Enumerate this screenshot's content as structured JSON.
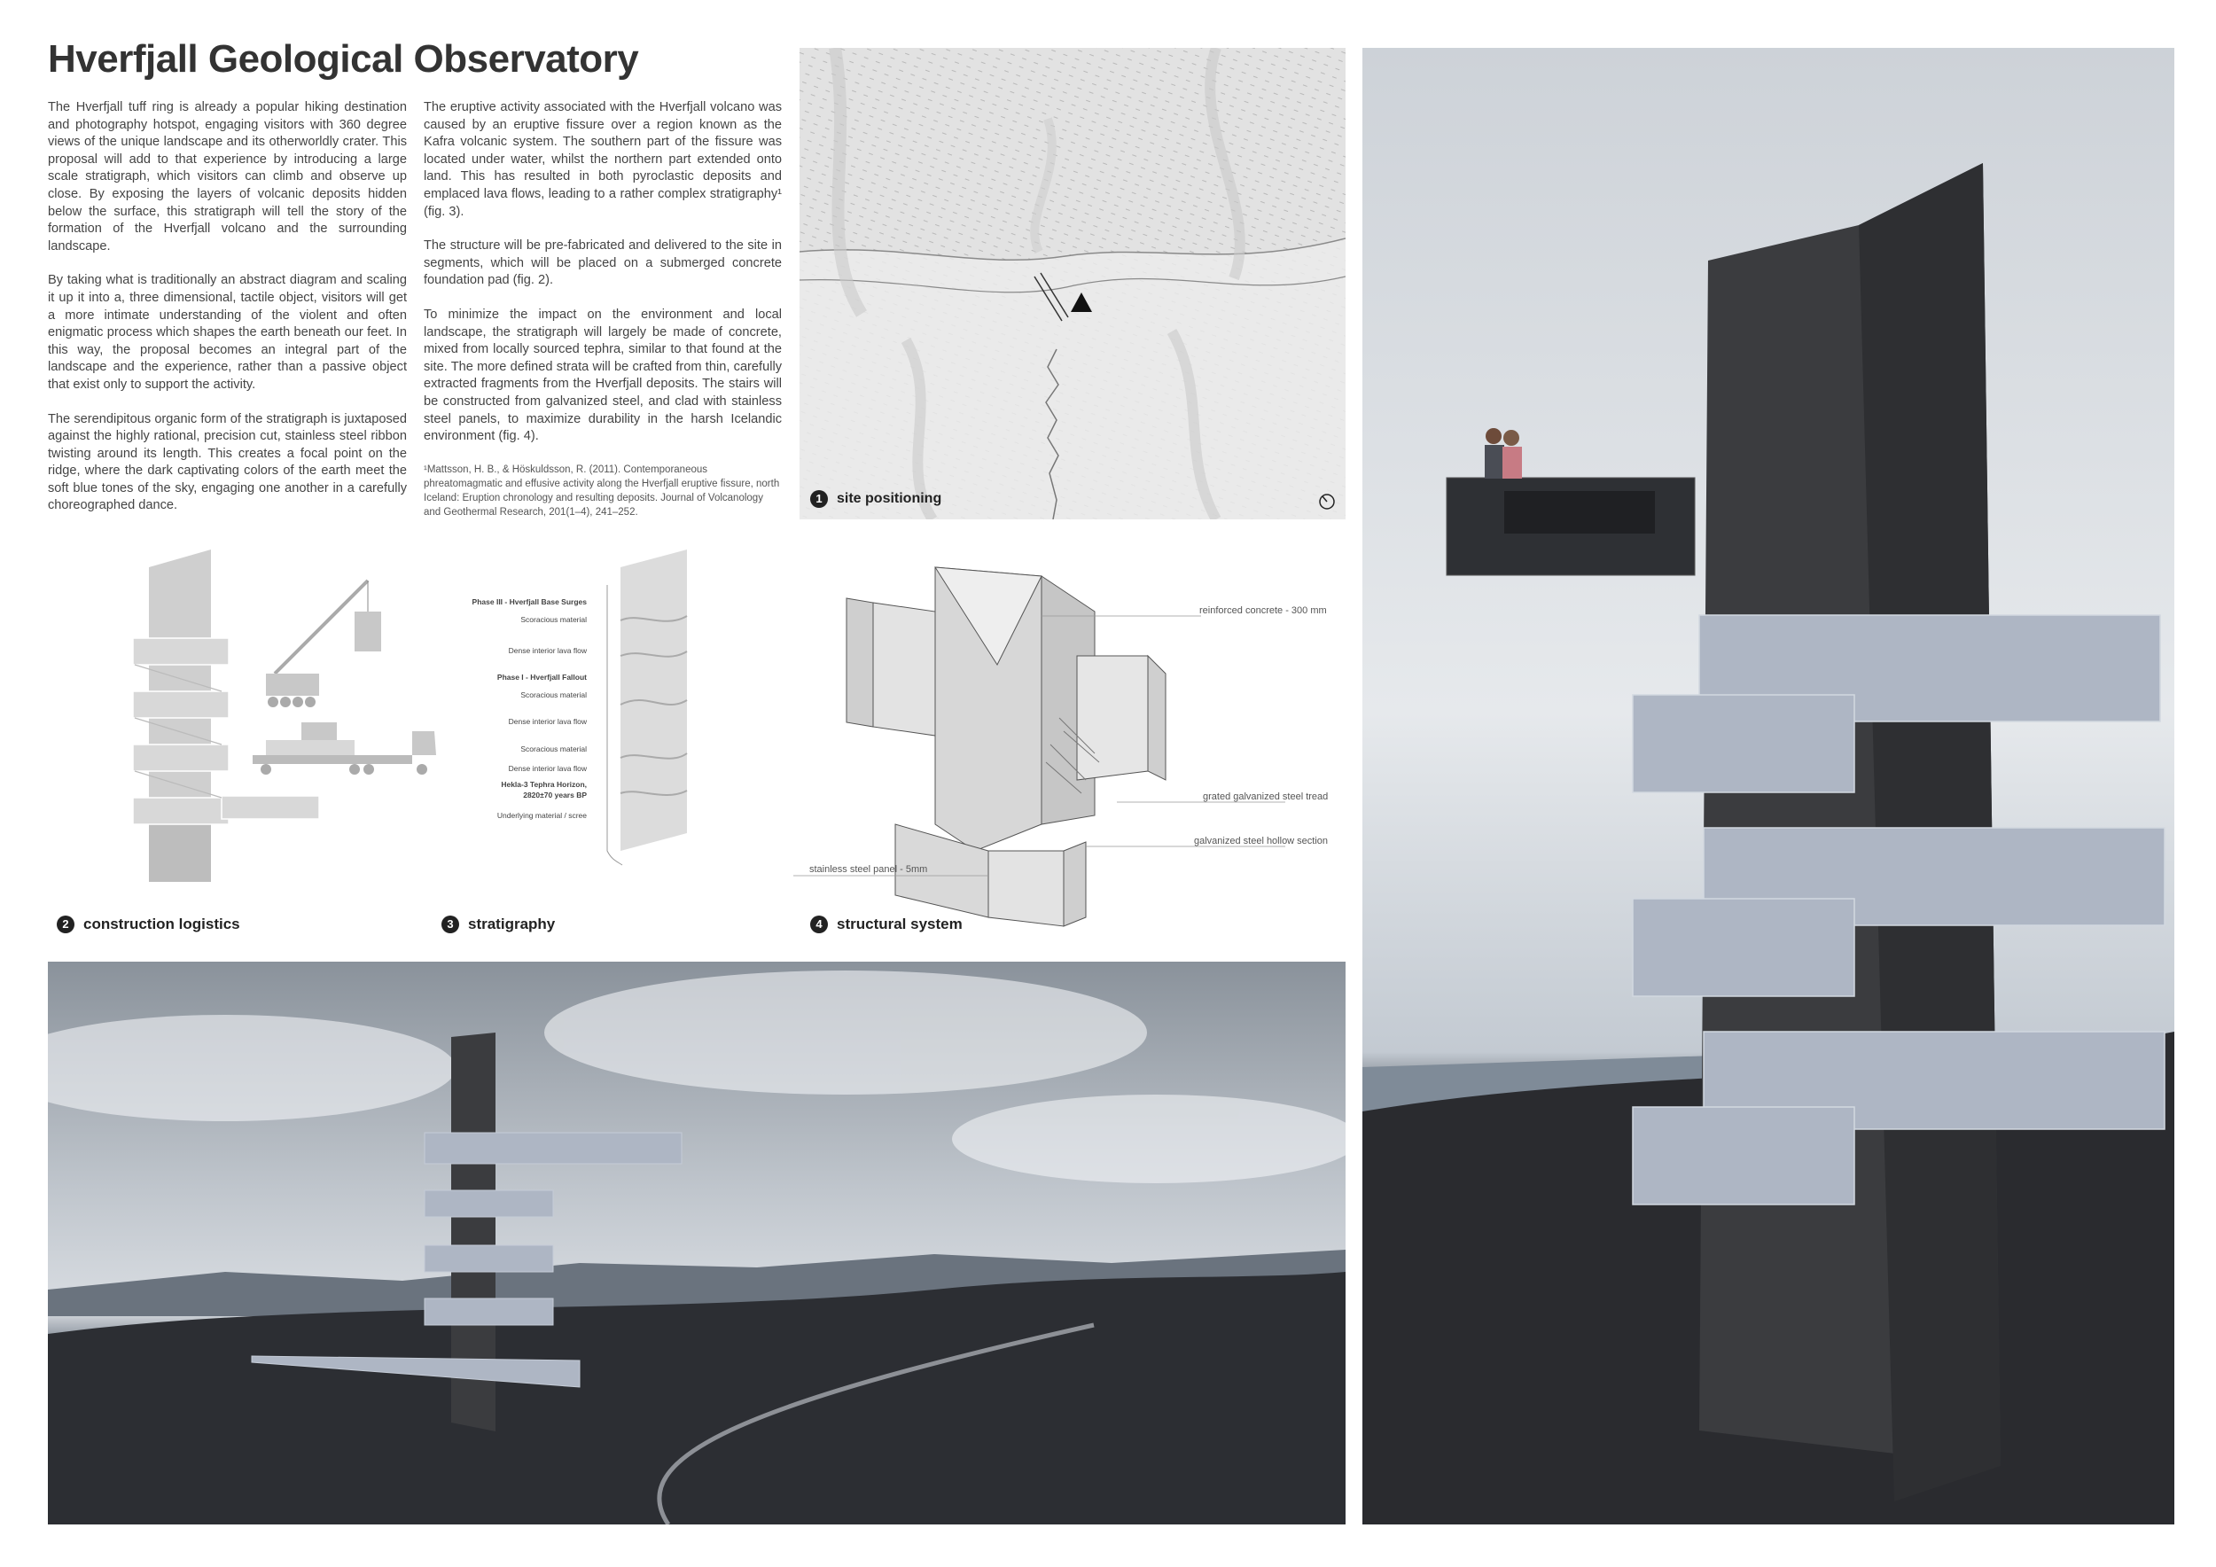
{
  "title": "Hverfjall Geological Observatory",
  "column1": {
    "p1": "The Hverfjall tuff ring is already a popular hiking destination and photography hotspot, engaging visitors with 360 degree views of the unique landscape and its otherworldly crater. This proposal will add to that experience by introducing a large scale stratigraph, which visitors can climb and observe up close. By exposing the layers of volcanic deposits hidden below the surface, this stratigraph will tell the story of the formation of the Hverfjall volcano and the surrounding landscape.",
    "p2": "By taking what is traditionally an abstract diagram and scaling it up it into a, three dimensional, tactile object, visitors will get a more intimate understanding of the violent and often enigmatic process which shapes the earth beneath our feet. In this way, the proposal becomes an integral part of the landscape and the experience, rather than a passive object that exist only to support the activity.",
    "p3": "The serendipitous organic form of the stratigraph is juxtaposed against the highly rational, precision cut, stainless steel ribbon twisting around its length. This creates a focal point on the ridge, where the dark captivating colors of the earth meet the soft blue tones of the sky, engaging one another in a carefully choreographed dance."
  },
  "column2": {
    "p1": "The eruptive activity associated with the Hverfjall volcano was caused by an eruptive fissure over a region known as the Kafra volcanic system. The southern part of the fissure was located under water, whilst the northern part extended onto land. This has resulted in both pyroclastic deposits and emplaced lava flows, leading to a rather complex stratigraphy¹ (fig. 3).",
    "p2": "The structure will be pre-fabricated and delivered to the site in segments, which will be placed on a submerged concrete foundation pad (fig. 2).",
    "p3": "To minimize the impact on the environment and local landscape, the stratigraph will largely be made of concrete, mixed from locally sourced tephra, similar to that found at the site. The more defined strata will be crafted from thin, carefully extracted fragments from the Hverfjall deposits. The stairs will be constructed from galvanized steel, and clad with stainless steel panels, to maximize durability in the harsh Icelandic environment (fig. 4).",
    "footnote": "¹Mattsson, H. B., & Höskuldsson, R. (2011). Contemporaneous phreatomagmatic and effusive activity along the Hverfjall eruptive fissure, north Iceland: Eruption chronology and resulting deposits. Journal of Volcanology and Geothermal Research, 201(1–4), 241–252."
  },
  "figures": {
    "fig1": {
      "num": "1",
      "label": "site positioning"
    },
    "fig2": {
      "num": "2",
      "label": "construction logistics"
    },
    "fig3": {
      "num": "3",
      "label": "stratigraphy"
    },
    "fig4": {
      "num": "4",
      "label": "structural system"
    }
  },
  "stratigraphy_labels": {
    "l1": "Phase III - Hverfjall Base Surges",
    "l2": "Scoracious material",
    "l3": "Dense interior lava flow",
    "l4": "Phase I - Hverfjall Fallout",
    "l5": "Scoracious material",
    "l6": "Dense interior lava flow",
    "l7": "Scoracious material",
    "l8": "Dense interior lava flow",
    "l9a": "Hekla-3 Tephra Horizon,",
    "l9b": "2820±70 years BP",
    "l10": "Underlying material / scree"
  },
  "structure_labels": {
    "a": "reinforced concrete - 300 mm",
    "b": "grated galvanized steel tread",
    "c": "galvanized steel hollow section",
    "d": "stainless steel panel - 5mm"
  },
  "colors": {
    "sky": "#c9cfd6",
    "ground": "#2b2d31",
    "steel": "#aeb6c4",
    "rock": "#3b3c3f"
  }
}
